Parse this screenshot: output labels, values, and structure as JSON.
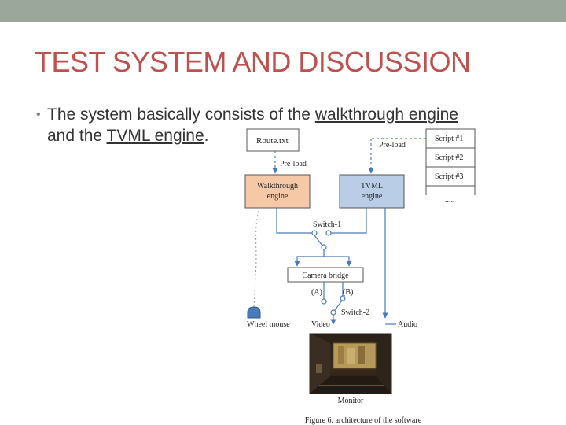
{
  "slide": {
    "title": "TEST SYSTEM AND DISCUSSION",
    "bullet": {
      "pre": "The system basically consists of the ",
      "link1": "walkthrough engine",
      "mid": " and the ",
      "link2": "TVML engine",
      "post": "."
    }
  },
  "diagram": {
    "route_file": "Route.txt",
    "preload_left": "Pre-load",
    "preload_right": "Pre-load",
    "scripts": [
      "Script #1",
      "Script #2",
      "Script #3"
    ],
    "scripts_more": ".....",
    "walkthrough_box": [
      "Walkthrough",
      "engine"
    ],
    "tvml_box": [
      "TVML",
      "engine"
    ],
    "switch1": "Switch-1",
    "camera_bridge": "Camera bridge",
    "label_a": "(A)",
    "label_b": "(B)",
    "switch2": "Switch-2",
    "wheel_mouse": "Wheel mouse",
    "video": "Video",
    "audio": "Audio",
    "monitor": "Monitor",
    "caption": "Figure 6.  architecture of the software",
    "colors": {
      "walkthrough_fill": "#f5c9a8",
      "tvml_fill": "#b9cde6",
      "arrow": "#4a7ab8",
      "title": "#c0504d"
    }
  }
}
